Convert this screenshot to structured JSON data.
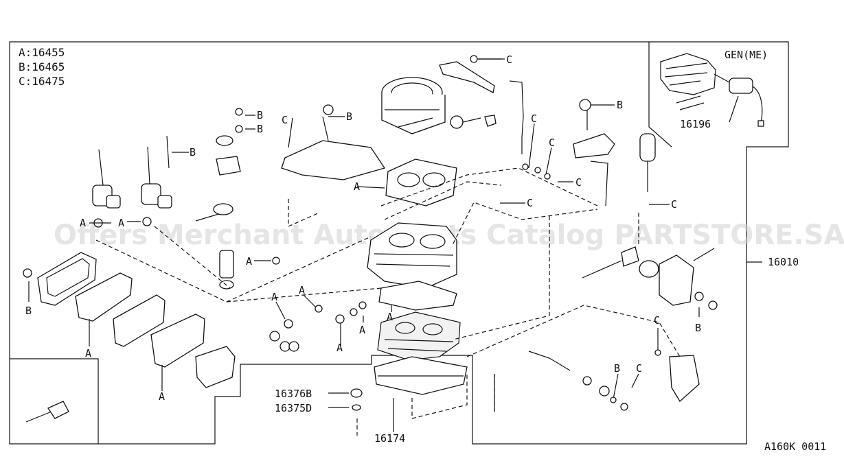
{
  "legend": [
    "A:16455",
    "B:16465",
    "C:16475"
  ],
  "inset": {
    "title": "GEN(ME)",
    "part_number": "16196"
  },
  "assembly_number": "16010",
  "watermark": "Offers Merchant Auto Parts Catalog PARTSTORE.SA",
  "drawing_code": "A160K 0011",
  "callouts": {
    "a": "A",
    "b": "B",
    "c": "C"
  },
  "part_numbers": {
    "p16376b": "16376B",
    "p16375d": "16375D",
    "p16174": "16174"
  }
}
